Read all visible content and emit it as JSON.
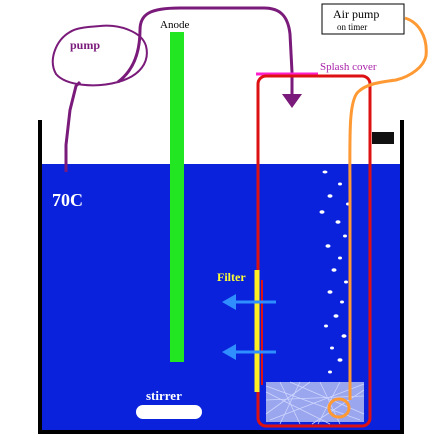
{
  "labels": {
    "pump": "pump",
    "anode": "Anode",
    "air_pump": "Air pump",
    "on_timer": "on timer",
    "splash_cover": "Splash cover",
    "temperature": "70C",
    "filter": "Filter",
    "stirrer": "stirrer"
  },
  "colors": {
    "water": "#0b22dd",
    "tank_wall": "#000000",
    "anode": "#22e622",
    "pump_line": "#7a1a7a",
    "filter_box": "#dd1111",
    "air_line": "#ff9933",
    "splash_cover": "#ff22cc",
    "flow_arrow": "#2f8fff",
    "filter_label": "#ffff33",
    "splash_label": "#aa22aa"
  }
}
